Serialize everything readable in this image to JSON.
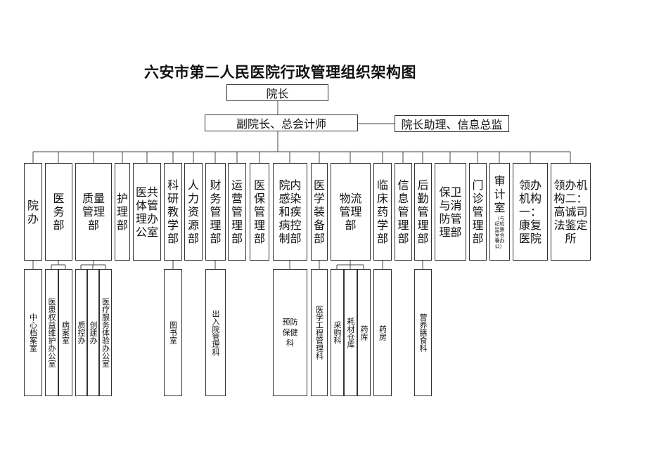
{
  "title": "六安市第二人民医院行政管理组织架构图",
  "top": {
    "president": "院长",
    "vice": "副院长、总会计师",
    "assistant": "院长助理、信息总监"
  },
  "departments": [
    {
      "label": "院办"
    },
    {
      "label": "医务部"
    },
    {
      "label": "质量管理部"
    },
    {
      "label": "护理部"
    },
    {
      "label": "医共体管理办公室"
    },
    {
      "label": "科研教学部"
    },
    {
      "label": "人力资源部"
    },
    {
      "label": "财务管理部"
    },
    {
      "label": "运营管理部"
    },
    {
      "label": "医保管理部"
    },
    {
      "label": "院内感染和疾病控制部"
    },
    {
      "label": "医学装备部"
    },
    {
      "label": "物流管理部"
    },
    {
      "label": "临床药学部"
    },
    {
      "label": "信息管理部"
    },
    {
      "label": "后勤管理部"
    },
    {
      "label": "保卫与消防管理部"
    },
    {
      "label": "门诊管理部"
    },
    {
      "label": "审计室",
      "note": "（与纪检监察室合署办公）"
    },
    {
      "label": "领办机构一：康复医院"
    },
    {
      "label": "领办机构二：高诚司法鉴定所"
    }
  ],
  "sub_units": [
    {
      "label": "中心档案室"
    },
    {
      "label": "医患权益维护办公室"
    },
    {
      "label": "病案室"
    },
    {
      "label": "质控办"
    },
    {
      "label": "创建办"
    },
    {
      "label": "医疗服务体验办公室"
    },
    {
      "label": "图书室"
    },
    {
      "label": "出入院管理科"
    },
    {
      "label": "预防保健科"
    },
    {
      "label": "医学工程管理科"
    },
    {
      "label": "采购科"
    },
    {
      "label": "耗材仓库"
    },
    {
      "label": "药库"
    },
    {
      "label": "药房"
    },
    {
      "label": "营养膳食科"
    }
  ]
}
